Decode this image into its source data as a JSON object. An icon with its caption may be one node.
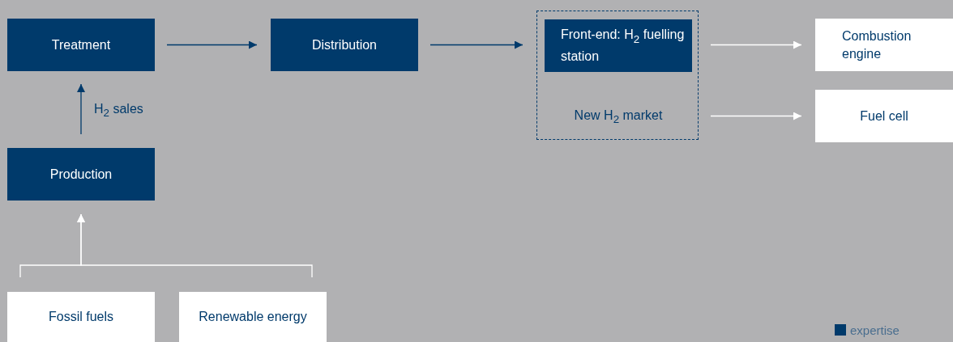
{
  "diagram": {
    "nodes": [
      {
        "text": [
          "Treatment"
        ]
      },
      {
        "text": [
          "Distribution"
        ]
      },
      {
        "text": [
          "New H$_{2}$ market"
        ]
      },
      {
        "text": [
          "Front-end: H$_{2}$ fuelling station"
        ],
        "in": 2
      },
      {
        "text": [
          "Combustion engine"
        ]
      },
      {
        "text": [
          "Fuel cell"
        ]
      },
      {
        "text": [
          "Production"
        ]
      },
      {
        "text": [
          "Fossil fuels"
        ]
      },
      {
        "text": [
          "Renewable energy"
        ]
      }
    ],
    "edges": [
      {
        "from": 6,
        "to": 0,
        "arrow": "to",
        "label": "H$_{2}$ sales",
        "color": "#003a6b"
      },
      {
        "from": 0,
        "to": 1,
        "arrow": "to",
        "color": "#003a6b"
      },
      {
        "from": 1,
        "to": 2,
        "arrow": "to",
        "color": "#003a6b"
      },
      {
        "from": 2,
        "to": 4,
        "arrow": "to"
      },
      {
        "from": 2,
        "to": 5,
        "arrow": "to"
      },
      {
        "from": 7,
        "to": 6,
        "arrow": "to"
      },
      {
        "from": 8,
        "to": 6,
        "arrow": "to"
      }
    ],
    "legend": [
      {
        "text": "expertise",
        "color": "#003a6b"
      }
    ]
  }
}
